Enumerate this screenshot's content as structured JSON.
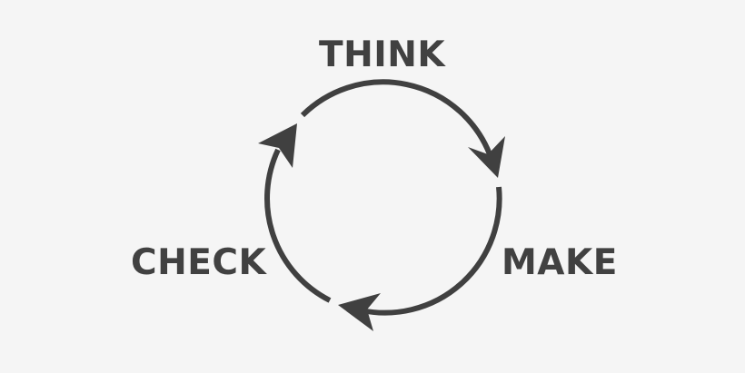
{
  "diagram": {
    "type": "cycle",
    "direction": "clockwise",
    "colors": {
      "background": "#f5f5f5",
      "stroke": "#404040",
      "text": "#414141"
    },
    "steps": [
      {
        "label": "THINK",
        "position": "top"
      },
      {
        "label": "MAKE",
        "position": "right"
      },
      {
        "label": "CHECK",
        "position": "left"
      }
    ],
    "arrows": [
      {
        "from": "THINK",
        "to": "MAKE"
      },
      {
        "from": "MAKE",
        "to": "CHECK"
      },
      {
        "from": "CHECK",
        "to": "THINK"
      }
    ]
  }
}
